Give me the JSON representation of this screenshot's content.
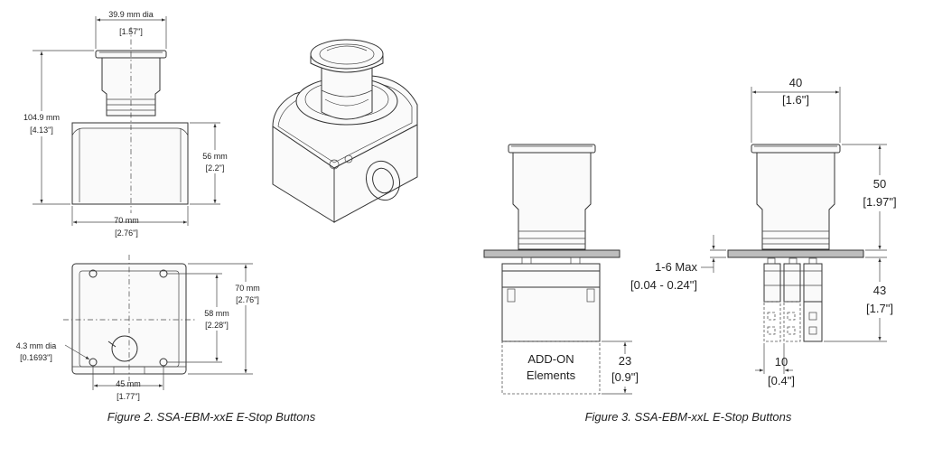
{
  "figure2": {
    "caption": "Figure 2. SSA-EBM-xxE E-Stop Buttons",
    "cap_dia_mm": "39.9 mm dia",
    "cap_dia_in": "[1.57\"]",
    "height_mm": "104.9 mm",
    "height_in": "[4.13\"]",
    "box_height_mm": "56 mm",
    "box_height_in": "[2.2\"]",
    "width_mm": "70 mm",
    "width_in": "[2.76\"]",
    "side_mm": "70 mm",
    "side_in": "[2.76\"]",
    "hole_spacing_mm": "58 mm",
    "hole_spacing_in": "[2.28\"]",
    "hole_dia_mm": "4.3 mm dia",
    "hole_dia_in": "[0.1693\"]",
    "bottom_mm": "45 mm",
    "bottom_in": "[1.77\"]"
  },
  "figure3": {
    "caption": "Figure 3. SSA-EBM-xxL E-Stop Buttons",
    "top_width": "40",
    "top_width_in": "[1.6\"]",
    "upper_height": "50",
    "upper_height_in": "[1.97\"]",
    "panel_label": "1-6 Max",
    "panel_in": "[0.04 - 0.24\"]",
    "lower_height": "43",
    "lower_height_in": "[1.7\"]",
    "addon_line1": "ADD-ON",
    "addon_line2": "Elements",
    "addon_height": "23",
    "addon_height_in": "[0.9\"]",
    "contact_width": "10",
    "contact_width_in": "[0.4\"]"
  }
}
